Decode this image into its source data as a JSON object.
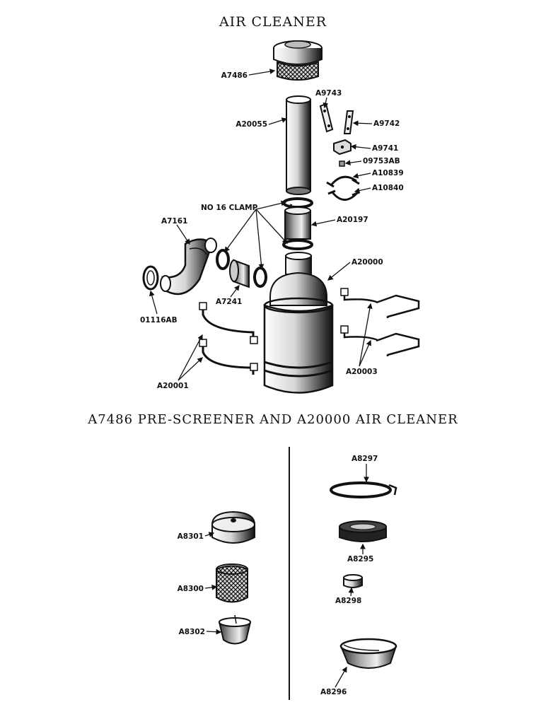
{
  "title": "AIR CLEANER",
  "subtitle": "A7486 PRE-SCREENER AND A20000 AIR CLEANER",
  "upper_parts": {
    "pre_screener": "A7486",
    "tube": "A20055",
    "bracket_a": "A9743",
    "bracket_b": "A9742",
    "bracket_c": "A9741",
    "nut": "09753AB",
    "band_upper": "A10839",
    "band_lower": "A10840",
    "clamp_note": "NO 16 CLAMP",
    "hose_sleeve": "A20197",
    "elbow_hose": "A7161",
    "straight_hose": "A7241",
    "gasket": "01116AB",
    "cleaner_body": "A20000",
    "mount_band_left": "A20001",
    "mount_band_right": "A20003"
  },
  "lower_parts": {
    "cap": "A8301",
    "screen": "A8300",
    "cone": "A8302",
    "ring_clamp": "A8297",
    "element": "A8295",
    "small_clamp": "A8298",
    "cup": "A8296"
  }
}
